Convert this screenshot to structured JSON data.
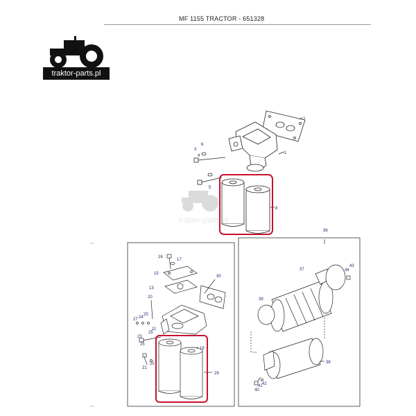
{
  "header": {
    "title": "MF 1155 TRACTOR - 651328"
  },
  "logo": {
    "text": "traktor-parts.pl"
  },
  "watermark": {
    "text": "traktor-parts.pl"
  },
  "highlight_color": "#c8102e",
  "part_number_color": "#1a2a6c",
  "parts": {
    "p1": "1",
    "p2": "2",
    "p3": "3",
    "p4": "4",
    "p5": "5",
    "p6": "6",
    "p8": "8",
    "p11": "11",
    "p13": "13",
    "p15": "15",
    "p16": "16",
    "p17": "17",
    "p19": "19",
    "p20": "20",
    "p21": "21",
    "p23": "23",
    "p24": "24",
    "p25a": "25",
    "p25b": "25",
    "p25c": "25",
    "p25d": "25",
    "p27": "27",
    "p29": "29",
    "p30": "30",
    "p36": "36",
    "p37": "37",
    "p38": "38",
    "p39": "39",
    "p40": "40",
    "p41": "41",
    "p42": "42",
    "p43": "43",
    "p44": "44"
  }
}
